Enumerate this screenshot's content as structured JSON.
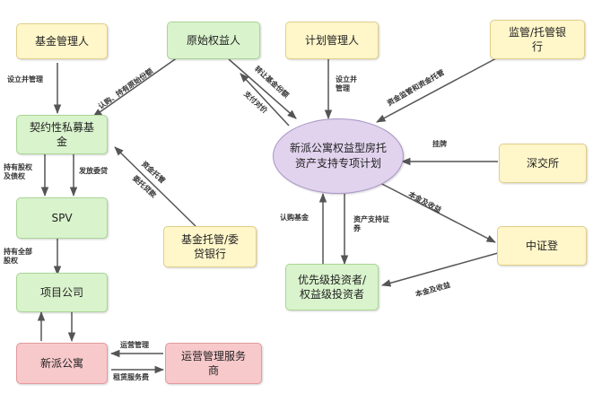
{
  "nodes": {
    "fund_manager": "基金管理人",
    "original_owner": "原始权益人",
    "plan_manager": "计划管理人",
    "custodian_bank": "监管/托管银行",
    "contractual_fund": "契约性私募基金",
    "special_plan": "新派公寓权益型房托资产支持专项计划",
    "sse": "深交所",
    "spv": "SPV",
    "fund_custodian": "基金托管/委贷银行",
    "csdc": "中证登",
    "project_company": "项目公司",
    "investors": "优先级投资者/权益级投资者",
    "xinpai": "新派公寓",
    "operator": "运营管理服务商"
  },
  "labels": {
    "establish_manage_1": "设立并管理",
    "subscribe_hold": "认购、持有原始份额",
    "transfer_share": "转让基金份额",
    "pay_price": "支付对价",
    "establish_manage_2": "设立并管理",
    "fund_supervision": "资金监管和资金托管",
    "hold_equity_debt": "持有股权及债权",
    "issue_loan": "发放委贷",
    "fund_custody": "资金托管",
    "entrust_loan": "委托贷款",
    "listing": "挂牌",
    "principal_interest_1": "本金及收益",
    "hold_all_equity": "持有全部股权",
    "subscribe_fund": "认购基金",
    "abs_securities": "资产支持证券",
    "principal_interest_2": "本金及收益",
    "operation_mgmt": "运营管理",
    "lease_service_fee": "租赁服务费"
  },
  "colors": {
    "manager_fill": "#fff6c9",
    "entity_fill": "#d9f3cc",
    "property_fill": "#f8c9cb",
    "plan_fill": "#e1d3ee",
    "arrow": "#555555"
  }
}
